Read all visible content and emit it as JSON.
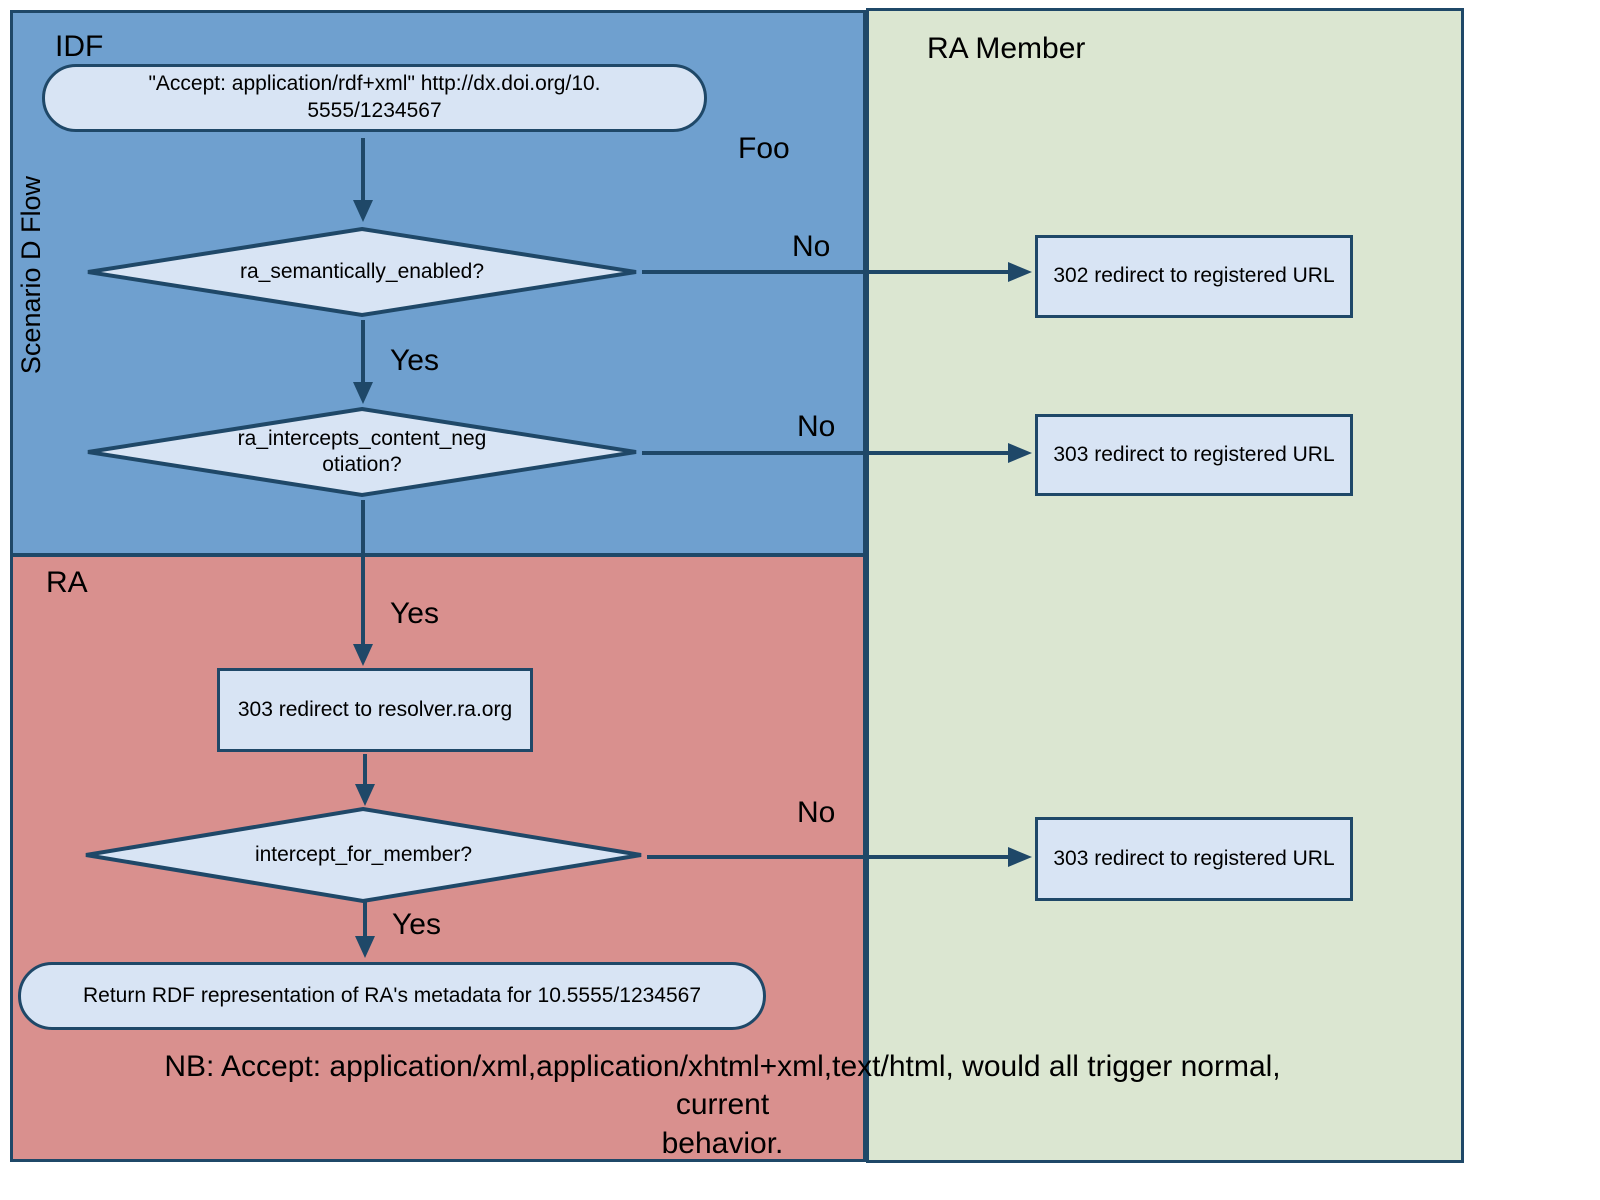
{
  "title": "Scenario D Flow",
  "lanes": {
    "idf": "IDF",
    "ra_member": "RA Member",
    "ra": "RA"
  },
  "annotations": {
    "foo": "Foo",
    "note": "NB: Accept: application/xml,application/xhtml+xml,text/html, would all trigger normal, current\nbehavior."
  },
  "nodes": {
    "start": "\"Accept: application/rdf+xml\" http://dx.doi.org/10.\n5555/1234567",
    "decision1": "ra_semantically_enabled?",
    "decision2": "ra_intercepts_content_neg\notiation?",
    "resolver": "303 redirect to resolver.ra.org",
    "decision3": "intercept_for_member?",
    "end": "Return RDF representation of RA's metadata for 10.5555/1234567",
    "redirect_302": "302 redirect to registered URL",
    "redirect_303_member": "303 redirect to registered URL",
    "redirect_303_final": "303 redirect to registered URL"
  },
  "edge_labels": {
    "no1": "No",
    "no2": "No",
    "no3": "No",
    "yes1": "Yes",
    "yes2": "Yes",
    "yes3": "Yes"
  },
  "colors": {
    "idf_lane_bg": "#6FA0CF",
    "ra_lane_bg": "#D9908E",
    "ra_member_lane_bg": "#DBE6D1",
    "shape_fill": "#D8E4F4",
    "line": "#1F4868"
  }
}
